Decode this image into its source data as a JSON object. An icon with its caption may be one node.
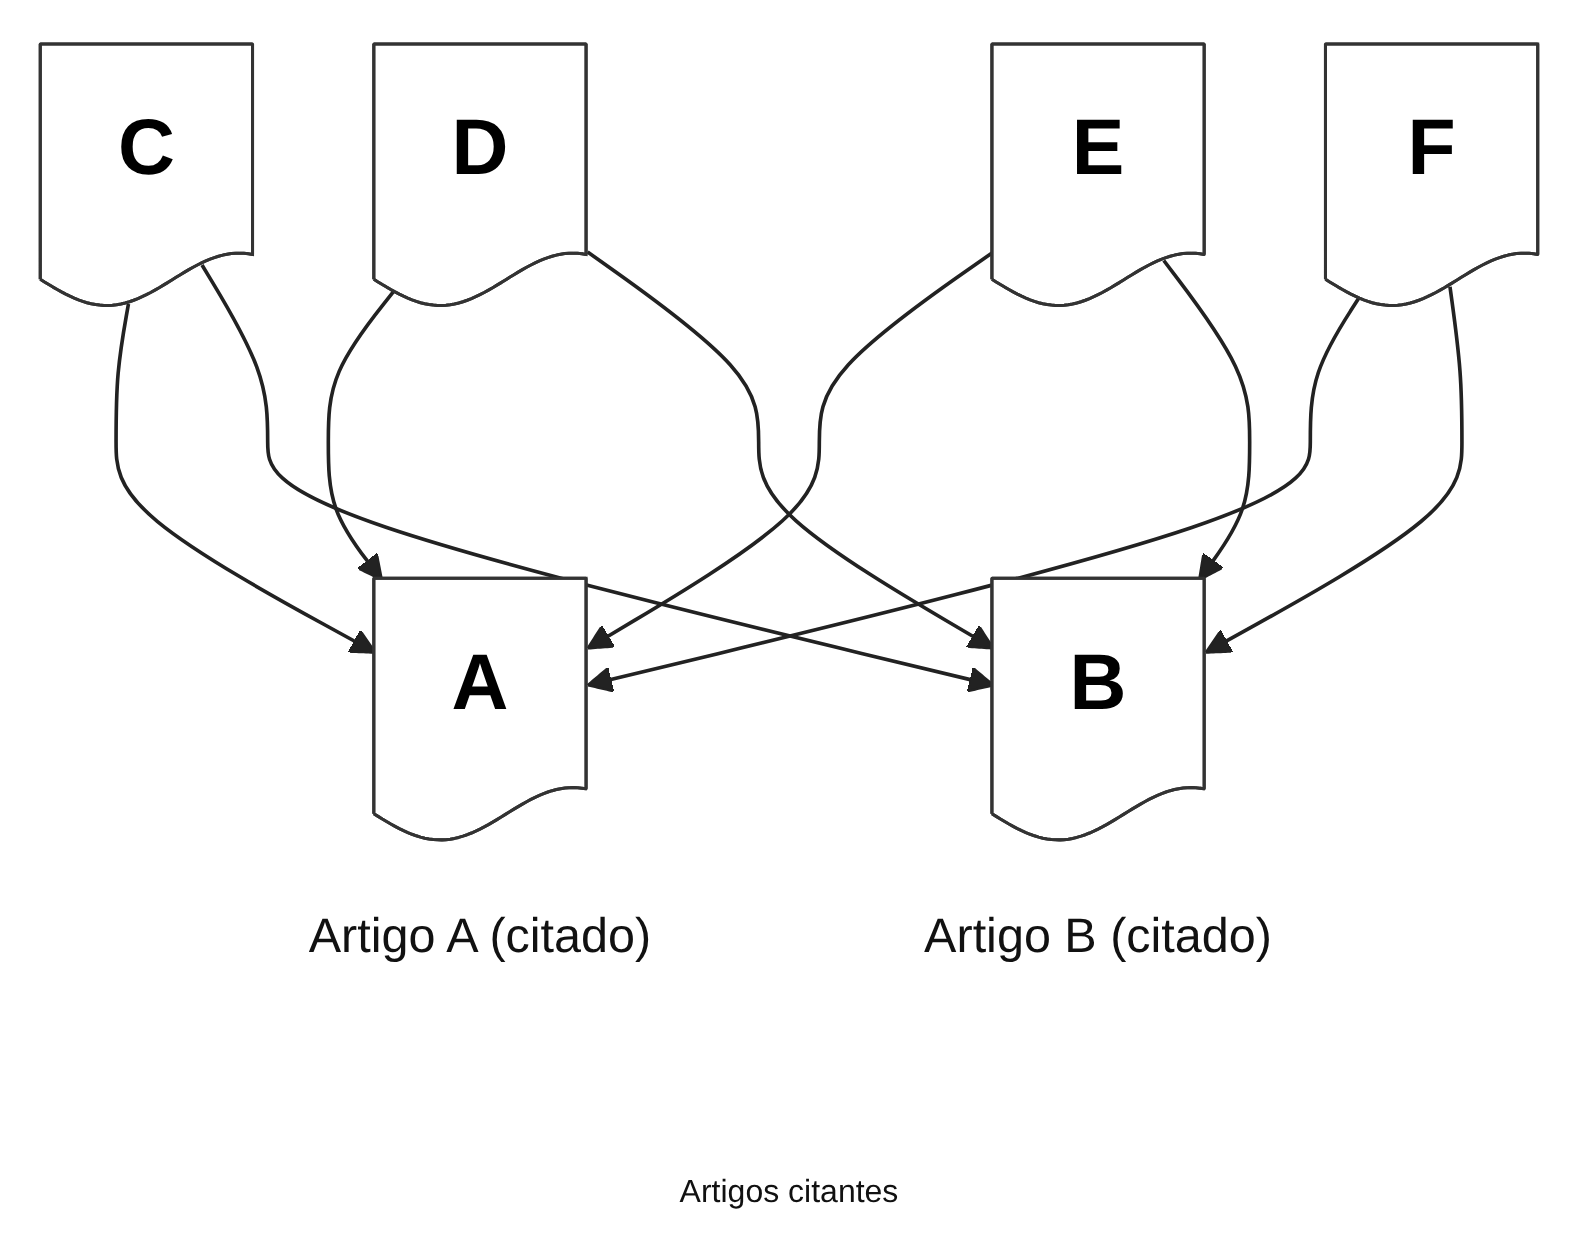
{
  "diagram": {
    "nodes": [
      {
        "text": [
          "C"
        ]
      },
      {
        "text": [
          "D"
        ]
      },
      {
        "text": [
          "E"
        ]
      },
      {
        "text": [
          "F"
        ]
      },
      {
        "text": [
          "A"
        ],
        "beside": [
          "Artigo A (citado)"
        ]
      },
      {
        "text": [
          "B"
        ],
        "beside": [
          "Artigo B (citado)"
        ]
      }
    ],
    "edges": [
      {
        "from": 0,
        "to": 4,
        "arrow": "to"
      },
      {
        "from": 1,
        "to": 4,
        "arrow": "to"
      },
      {
        "from": 2,
        "to": 4,
        "arrow": "to"
      },
      {
        "from": 3,
        "to": 4,
        "arrow": "to"
      },
      {
        "from": 3,
        "to": 5,
        "arrow": "to"
      },
      {
        "from": 2,
        "to": 5,
        "arrow": "to"
      },
      {
        "from": 1,
        "to": 5,
        "arrow": "to"
      },
      {
        "from": 0,
        "to": 5,
        "arrow": "to"
      }
    ],
    "labels": [
      "Artigos citantes"
    ]
  }
}
